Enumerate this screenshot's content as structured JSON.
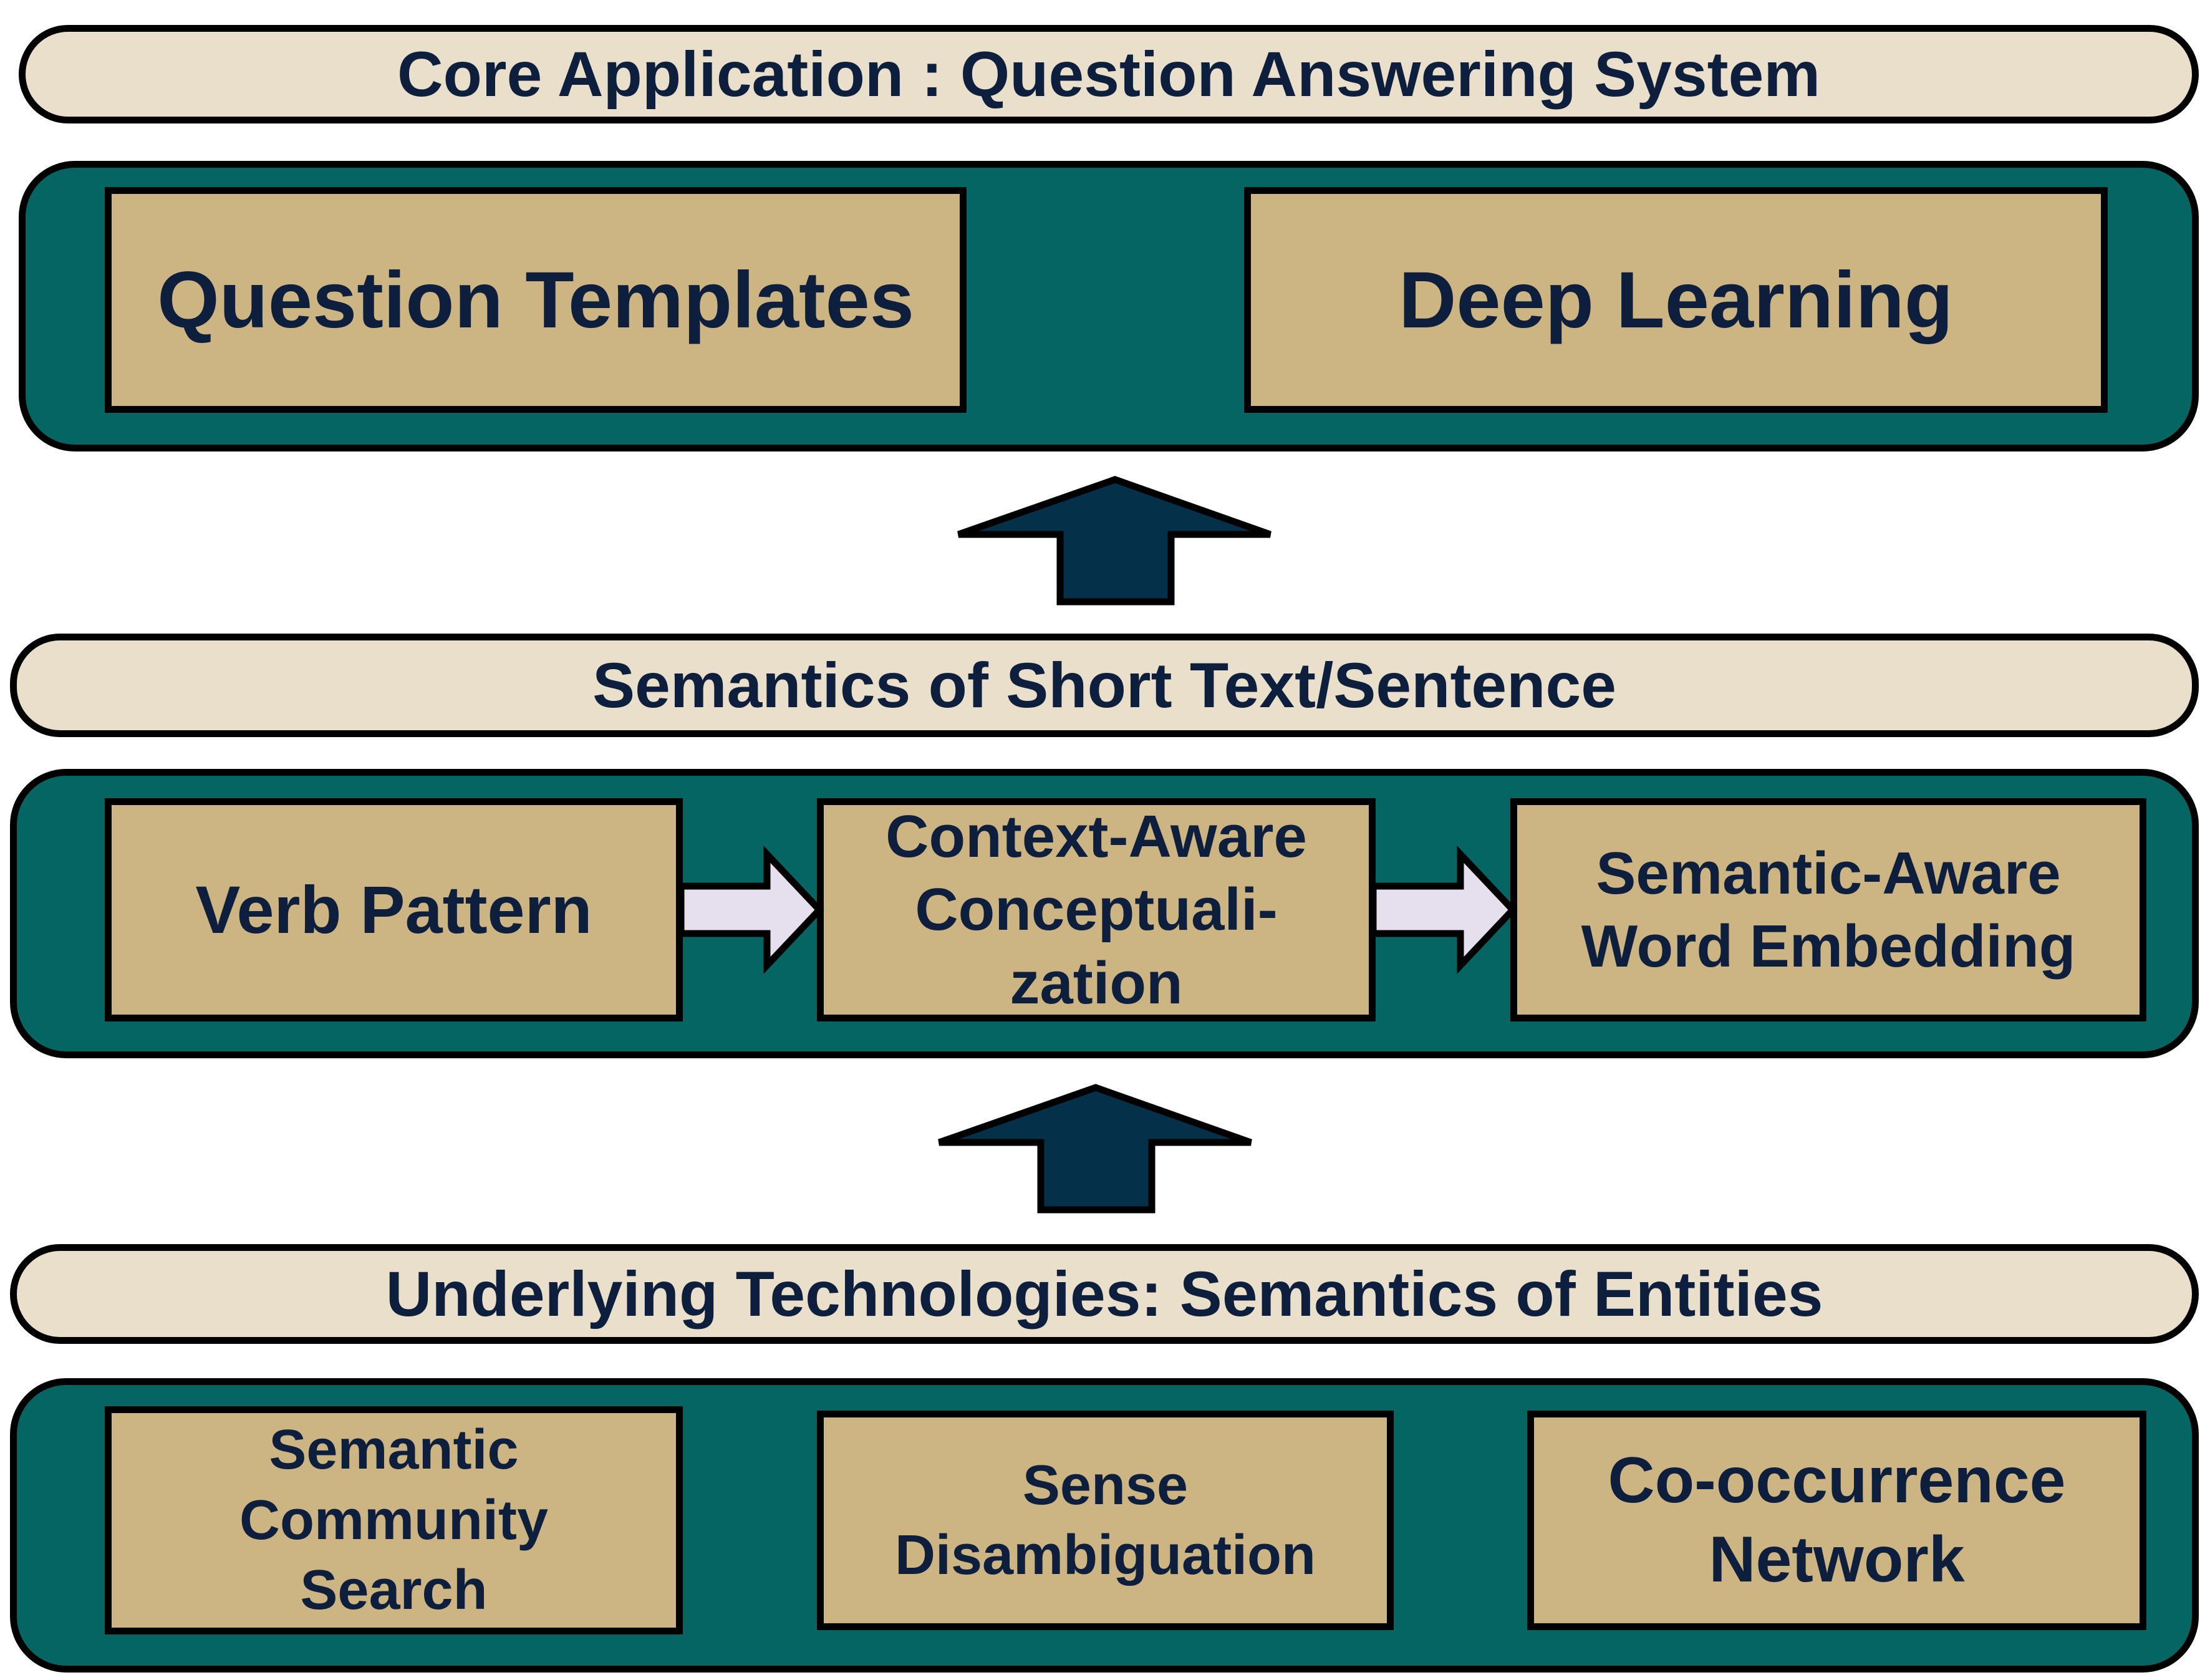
{
  "layers": {
    "top": {
      "banner": "Core Application : Question Answering System",
      "boxes": [
        "Question Templates",
        "Deep Learning"
      ]
    },
    "middle": {
      "banner": "Semantics of Short Text/Sentence",
      "boxes": [
        "Verb Pattern",
        "Context-Aware\nConceptuali-\nzation",
        "Semantic-Aware\nWord Embedding"
      ]
    },
    "bottom": {
      "banner": "Underlying Technologies: Semantics of Entities",
      "boxes": [
        "Semantic\nCommunity\nSearch",
        "Sense\nDisambiguation",
        "Co-occurrence\nNetwork"
      ]
    }
  },
  "colors": {
    "banner_fill": "#e9dfcb",
    "panel_fill": "#046563",
    "box_fill": "#cdb483",
    "up_arrow_fill": "#05304a",
    "side_arrow_fill": "#e6dfee",
    "text": "#0d1f3c"
  }
}
